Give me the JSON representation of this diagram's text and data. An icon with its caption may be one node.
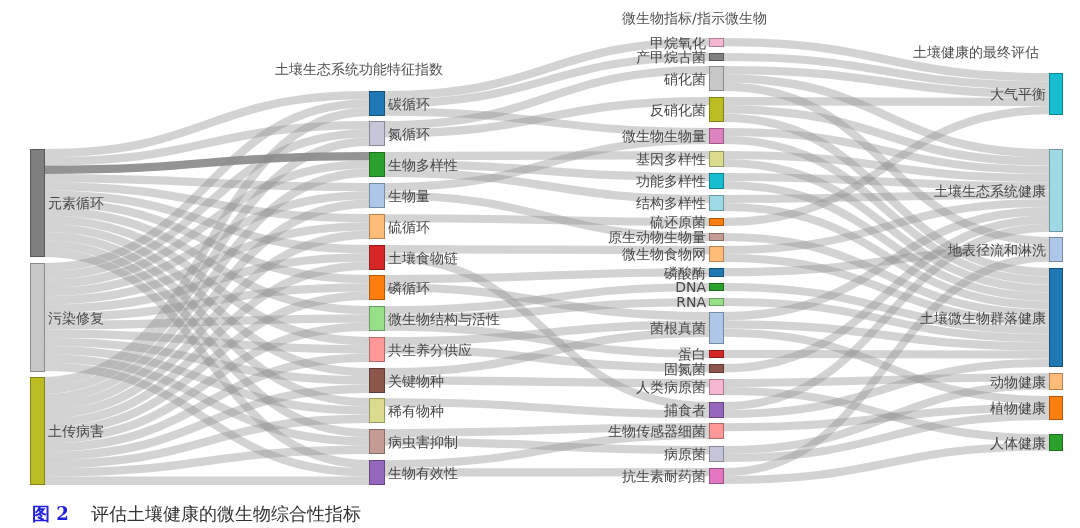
{
  "diagram": {
    "caption": "**图 2** 评估土壤健康的微生物综合性指标",
    "labels": [
      "土壤生态系统功能特征指数",
      "微生物指标/指示微生物",
      "土壤健康的最终评估"
    ],
    "nodes": [
      {
        "text": [
          "元素循环"
        ]
      },
      {
        "text": [
          "污染修复"
        ]
      },
      {
        "text": [
          "土传病害"
        ]
      },
      {
        "text": [
          "碳循环"
        ]
      },
      {
        "text": [
          "氮循环"
        ]
      },
      {
        "text": [
          "生物多样性"
        ]
      },
      {
        "text": [
          "生物量"
        ]
      },
      {
        "text": [
          "硫循环"
        ]
      },
      {
        "text": [
          "土壤食物链"
        ]
      },
      {
        "text": [
          "磷循环"
        ]
      },
      {
        "text": [
          "微生物结构与活性"
        ]
      },
      {
        "text": [
          "共生养分供应"
        ]
      },
      {
        "text": [
          "关键物种"
        ]
      },
      {
        "text": [
          "稀有物种"
        ]
      },
      {
        "text": [
          "病虫害抑制"
        ]
      },
      {
        "text": [
          "生物有效性"
        ]
      },
      {
        "text": [
          "甲烷氧化"
        ]
      },
      {
        "text": [
          "产甲烷古菌"
        ]
      },
      {
        "text": [
          "硝化菌"
        ]
      },
      {
        "text": [
          "反硝化菌"
        ]
      },
      {
        "text": [
          "微生物生物量"
        ]
      },
      {
        "text": [
          "基因多样性"
        ]
      },
      {
        "text": [
          "功能多样性"
        ]
      },
      {
        "text": [
          "结构多样性"
        ]
      },
      {
        "text": [
          "硫还原菌"
        ]
      },
      {
        "text": [
          "原生动物生物量"
        ]
      },
      {
        "text": [
          "微生物食物网"
        ]
      },
      {
        "text": [
          "磷酸酶"
        ]
      },
      {
        "text": [
          "DNA"
        ]
      },
      {
        "text": [
          "RNA"
        ]
      },
      {
        "text": [
          "菌根真菌"
        ]
      },
      {
        "text": [
          "蛋白"
        ]
      },
      {
        "text": [
          "固氮菌"
        ]
      },
      {
        "text": [
          "人类病原菌"
        ]
      },
      {
        "text": [
          "捕食者"
        ]
      },
      {
        "text": [
          "生物传感器细菌"
        ]
      },
      {
        "text": [
          "病原菌"
        ]
      },
      {
        "text": [
          "抗生素耐药菌"
        ]
      },
      {
        "text": [
          "大气平衡"
        ]
      },
      {
        "text": [
          "土壤生态系统健康"
        ]
      },
      {
        "text": [
          "地表径流和淋洗"
        ]
      },
      {
        "text": [
          "土壤微生物群落健康"
        ]
      },
      {
        "text": [
          "动物健康"
        ]
      },
      {
        "text": [
          "植物健康"
        ]
      },
      {
        "text": [
          "人体健康"
        ]
      }
    ],
    "edges": [
      {
        "from": 0,
        "to": 3,
        "arrow": "none"
      },
      {
        "from": 0,
        "to": 4,
        "arrow": "none"
      },
      {
        "from": 0,
        "to": 5,
        "arrow": "none",
        "color": "#888888"
      },
      {
        "from": 0,
        "to": 6,
        "arrow": "none"
      },
      {
        "from": 0,
        "to": 7,
        "arrow": "none"
      },
      {
        "from": 0,
        "to": 8,
        "arrow": "none"
      },
      {
        "from": 0,
        "to": 9,
        "arrow": "none"
      },
      {
        "from": 0,
        "to": 10,
        "arrow": "none"
      },
      {
        "from": 0,
        "to": 11,
        "arrow": "none"
      },
      {
        "from": 0,
        "to": 12,
        "arrow": "none"
      },
      {
        "from": 0,
        "to": 13,
        "arrow": "none"
      },
      {
        "from": 0,
        "to": 14,
        "arrow": "none"
      },
      {
        "from": 0,
        "to": 15,
        "arrow": "none"
      },
      {
        "from": 1,
        "to": 3,
        "arrow": "none"
      },
      {
        "from": 1,
        "to": 4,
        "arrow": "none"
      },
      {
        "from": 1,
        "to": 5,
        "arrow": "none"
      },
      {
        "from": 1,
        "to": 6,
        "arrow": "none"
      },
      {
        "from": 1,
        "to": 7,
        "arrow": "none"
      },
      {
        "from": 1,
        "to": 8,
        "arrow": "none"
      },
      {
        "from": 1,
        "to": 9,
        "arrow": "none"
      },
      {
        "from": 1,
        "to": 10,
        "arrow": "none"
      },
      {
        "from": 1,
        "to": 11,
        "arrow": "none"
      },
      {
        "from": 1,
        "to": 12,
        "arrow": "none"
      },
      {
        "from": 1,
        "to": 13,
        "arrow": "none"
      },
      {
        "from": 1,
        "to": 14,
        "arrow": "none"
      },
      {
        "from": 1,
        "to": 15,
        "arrow": "none"
      },
      {
        "from": 2,
        "to": 3,
        "arrow": "none"
      },
      {
        "from": 2,
        "to": 4,
        "arrow": "none"
      },
      {
        "from": 2,
        "to": 5,
        "arrow": "none"
      },
      {
        "from": 2,
        "to": 6,
        "arrow": "none"
      },
      {
        "from": 2,
        "to": 7,
        "arrow": "none"
      },
      {
        "from": 2,
        "to": 8,
        "arrow": "none"
      },
      {
        "from": 2,
        "to": 9,
        "arrow": "none"
      },
      {
        "from": 2,
        "to": 10,
        "arrow": "none"
      },
      {
        "from": 2,
        "to": 11,
        "arrow": "none"
      },
      {
        "from": 2,
        "to": 12,
        "arrow": "none"
      },
      {
        "from": 2,
        "to": 13,
        "arrow": "none"
      },
      {
        "from": 2,
        "to": 14,
        "arrow": "none"
      },
      {
        "from": 2,
        "to": 15,
        "arrow": "none"
      },
      {
        "from": 3,
        "to": 16,
        "arrow": "none"
      },
      {
        "from": 3,
        "to": 17,
        "arrow": "none"
      },
      {
        "from": 3,
        "to": 20,
        "arrow": "none"
      },
      {
        "from": 4,
        "to": 18,
        "arrow": "none"
      },
      {
        "from": 4,
        "to": 19,
        "arrow": "none"
      },
      {
        "from": 5,
        "to": 21,
        "arrow": "none"
      },
      {
        "from": 5,
        "to": 22,
        "arrow": "none"
      },
      {
        "from": 5,
        "to": 23,
        "arrow": "none"
      },
      {
        "from": 6,
        "to": 20,
        "arrow": "none"
      },
      {
        "from": 6,
        "to": 25,
        "arrow": "none"
      },
      {
        "from": 7,
        "to": 24,
        "arrow": "none"
      },
      {
        "from": 8,
        "to": 26,
        "arrow": "none"
      },
      {
        "from": 8,
        "to": 34,
        "arrow": "none"
      },
      {
        "from": 9,
        "to": 27,
        "arrow": "none"
      },
      {
        "from": 9,
        "to": 30,
        "arrow": "none"
      },
      {
        "from": 10,
        "to": 28,
        "arrow": "none"
      },
      {
        "from": 10,
        "to": 29,
        "arrow": "none"
      },
      {
        "from": 10,
        "to": 31,
        "arrow": "none"
      },
      {
        "from": 11,
        "to": 30,
        "arrow": "none"
      },
      {
        "from": 11,
        "to": 32,
        "arrow": "none"
      },
      {
        "from": 12,
        "to": 30,
        "arrow": "none"
      },
      {
        "from": 12,
        "to": 33,
        "arrow": "none"
      },
      {
        "from": 13,
        "to": 34,
        "arrow": "none"
      },
      {
        "from": 14,
        "to": 35,
        "arrow": "none"
      },
      {
        "from": 14,
        "to": 36,
        "arrow": "none"
      },
      {
        "from": 15,
        "to": 35,
        "arrow": "none"
      },
      {
        "from": 15,
        "to": 37,
        "arrow": "none"
      },
      {
        "from": 16,
        "to": 38,
        "arrow": "none"
      },
      {
        "from": 17,
        "to": 38,
        "arrow": "none"
      },
      {
        "from": 18,
        "to": 38,
        "arrow": "none"
      },
      {
        "from": 18,
        "to": 39,
        "arrow": "none"
      },
      {
        "from": 18,
        "to": 40,
        "arrow": "none"
      },
      {
        "from": 19,
        "to": 38,
        "arrow": "none"
      },
      {
        "from": 19,
        "to": 39,
        "arrow": "none"
      },
      {
        "from": 19,
        "to": 41,
        "arrow": "none"
      },
      {
        "from": 20,
        "to": 39,
        "arrow": "none"
      },
      {
        "from": 20,
        "to": 41,
        "arrow": "none"
      },
      {
        "from": 21,
        "to": 39,
        "arrow": "none"
      },
      {
        "from": 21,
        "to": 41,
        "arrow": "none"
      },
      {
        "from": 22,
        "to": 39,
        "arrow": "none"
      },
      {
        "from": 22,
        "to": 41,
        "arrow": "none"
      },
      {
        "from": 23,
        "to": 39,
        "arrow": "none"
      },
      {
        "from": 23,
        "to": 41,
        "arrow": "none"
      },
      {
        "from": 24,
        "to": 38,
        "arrow": "none"
      },
      {
        "from": 25,
        "to": 41,
        "arrow": "none"
      },
      {
        "from": 26,
        "to": 39,
        "arrow": "none"
      },
      {
        "from": 26,
        "to": 41,
        "arrow": "none"
      },
      {
        "from": 27,
        "to": 40,
        "arrow": "none"
      },
      {
        "from": 28,
        "to": 41,
        "arrow": "none"
      },
      {
        "from": 29,
        "to": 41,
        "arrow": "none"
      },
      {
        "from": 30,
        "to": 39,
        "arrow": "none"
      },
      {
        "from": 30,
        "to": 41,
        "arrow": "none"
      },
      {
        "from": 30,
        "to": 43,
        "arrow": "none"
      },
      {
        "from": 31,
        "to": 41,
        "arrow": "none"
      },
      {
        "from": 32,
        "to": 39,
        "arrow": "none"
      },
      {
        "from": 33,
        "to": 42,
        "arrow": "none"
      },
      {
        "from": 33,
        "to": 44,
        "arrow": "none"
      },
      {
        "from": 34,
        "to": 39,
        "arrow": "none"
      },
      {
        "from": 34,
        "to": 41,
        "arrow": "none"
      },
      {
        "from": 35,
        "to": 43,
        "arrow": "none"
      },
      {
        "from": 36,
        "to": 42,
        "arrow": "none"
      },
      {
        "from": 36,
        "to": 43,
        "arrow": "none"
      },
      {
        "from": 37,
        "to": 40,
        "arrow": "none"
      },
      {
        "from": 37,
        "to": 44,
        "arrow": "none"
      }
    ]
  }
}
